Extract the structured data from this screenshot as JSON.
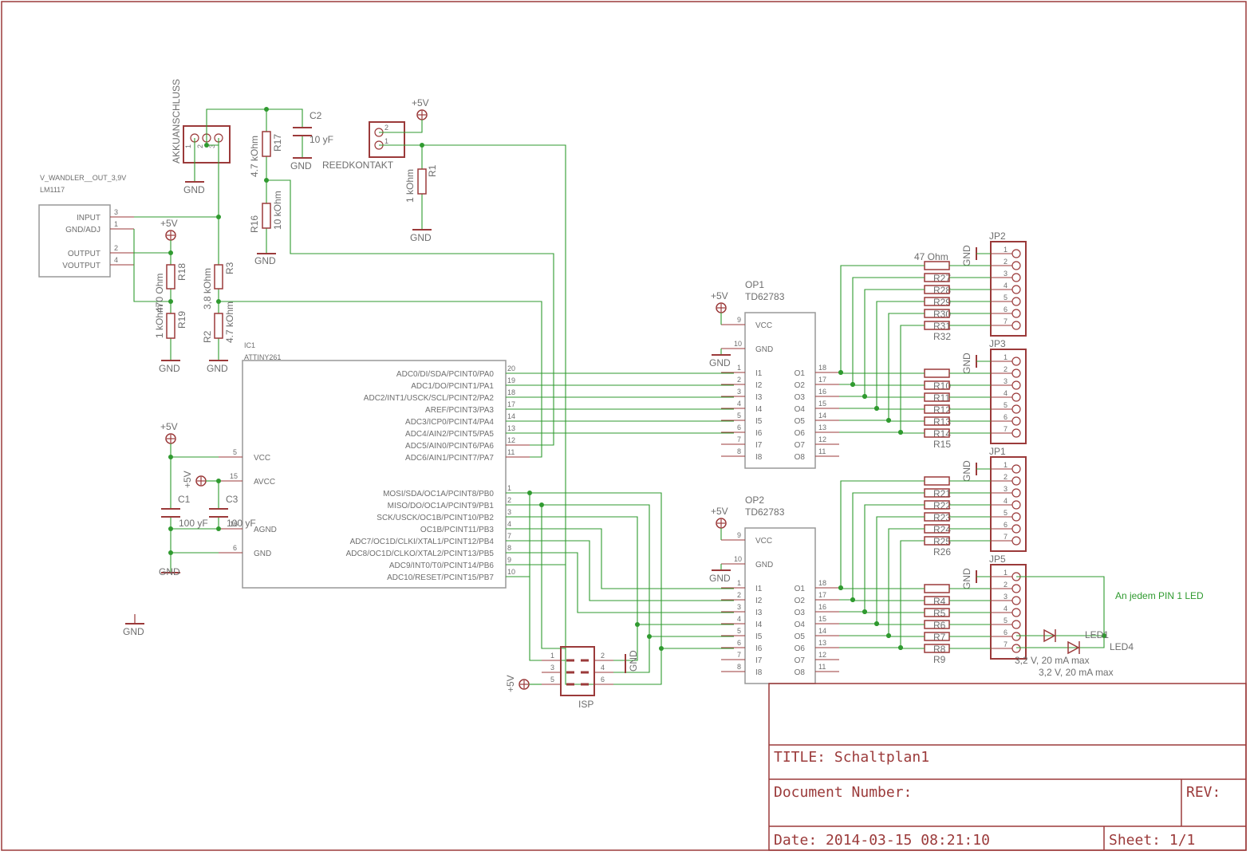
{
  "labels": {
    "gnd": "GND",
    "vplus": "+5V"
  },
  "akku": {
    "name": "AKKUANSCHLUSS",
    "pins": [
      "1",
      "2",
      "3"
    ]
  },
  "c2": {
    "name": "C2",
    "value": "10 yF"
  },
  "r17": {
    "name": "R17",
    "value": "4.7 kOhm"
  },
  "r16": {
    "name": "R16",
    "value": "10 kOhm"
  },
  "reed": {
    "name": "REEDKONTAKT",
    "pins": [
      "2",
      "1"
    ]
  },
  "r1": {
    "name": "R1",
    "value": "1 kOhm"
  },
  "vreg": {
    "name": "V_WANDLER__OUT_3,9V",
    "value": "LM1117",
    "pins": [
      {
        "name": "INPUT",
        "num": "3"
      },
      {
        "name": "GND/ADJ",
        "num": "1"
      },
      {
        "name": "OUTPUT",
        "num": "2"
      },
      {
        "name": "VOUTPUT",
        "num": "4"
      }
    ]
  },
  "r18": {
    "name": "R18",
    "value": "470 Ohm"
  },
  "r19": {
    "name": "R19",
    "value": "1 kOhm"
  },
  "r3": {
    "name": "R3",
    "value": "3,8 kOhm"
  },
  "r2": {
    "name": "R2",
    "value": "4.7 kOhm"
  },
  "ic1": {
    "name": "IC1",
    "value": "ATTINY261",
    "left_pins": [
      {
        "name": "VCC",
        "num": "5"
      },
      {
        "name": "AVCC",
        "num": "15"
      },
      {
        "name": "AGND",
        "num": "16"
      },
      {
        "name": "GND",
        "num": "6"
      }
    ],
    "porta": [
      {
        "name": "ADC0/DI/SDA/PCINT0/PA0",
        "num": "20"
      },
      {
        "name": "ADC1/DO/PCINT1/PA1",
        "num": "19"
      },
      {
        "name": "ADC2/INT1/USCK/SCL/PCINT2/PA2",
        "num": "18"
      },
      {
        "name": "AREF/PCINT3/PA3",
        "num": "17"
      },
      {
        "name": "ADC3/ICP0/PCINT4/PA4",
        "num": "14"
      },
      {
        "name": "ADC4/AIN2/PCINT5/PA5",
        "num": "13"
      },
      {
        "name": "ADC5/AIN0/PCINT6/PA6",
        "num": "12"
      },
      {
        "name": "ADC6/AIN1/PCINT7/PA7",
        "num": "11"
      }
    ],
    "portb": [
      {
        "name": "MOSI/SDA/OC1A/PCINT8/PB0",
        "num": "1"
      },
      {
        "name": "MISO/DO/OC1A/PCINT9/PB1",
        "num": "2"
      },
      {
        "name": "SCK/USCK/OC1B/PCINT10/PB2",
        "num": "3"
      },
      {
        "name": "OC1B/PCINT11/PB3",
        "num": "4"
      },
      {
        "name": "ADC7/OC1D/CLKI/XTAL1/PCINT12/PB4",
        "num": "7"
      },
      {
        "name": "ADC8/OC1D/CLKO/XTAL2/PCINT13/PB5",
        "num": "8"
      },
      {
        "name": "ADC9/INT0/T0/PCINT14/PB6",
        "num": "9"
      },
      {
        "name": "ADC10/RESET/PCINT15/PB7",
        "num": "10"
      }
    ]
  },
  "c1": {
    "name": "C1",
    "value": "100 yF"
  },
  "c3": {
    "name": "C3",
    "value": "100 yF"
  },
  "op1": {
    "name": "OP1",
    "value": "TD62783"
  },
  "op2": {
    "name": "OP2",
    "value": "TD62783"
  },
  "op": {
    "vcc": {
      "name": "VCC",
      "num": "9"
    },
    "gnd": {
      "name": "GND",
      "num": "10"
    },
    "inputs": [
      "I1",
      "I2",
      "I3",
      "I4",
      "I5",
      "I6",
      "I7",
      "I8"
    ],
    "input_nums": [
      "1",
      "2",
      "3",
      "4",
      "5",
      "6",
      "7",
      "8"
    ],
    "outputs": [
      "O1",
      "O2",
      "O3",
      "O4",
      "O5",
      "O6",
      "O7",
      "O8"
    ],
    "output_nums": [
      "18",
      "17",
      "16",
      "15",
      "14",
      "13",
      "12",
      "11"
    ]
  },
  "isp": {
    "name": "ISP",
    "left_nums": [
      "1",
      "3",
      "5"
    ],
    "right_nums": [
      "2",
      "4",
      "6"
    ]
  },
  "groups": [
    {
      "jp": "JP2",
      "top_value": "47 Ohm",
      "res": [
        "R27",
        "R28",
        "R29",
        "R30",
        "R31"
      ],
      "bottom": "R32"
    },
    {
      "jp": "JP3",
      "top_value": "",
      "res": [
        "R10",
        "R11",
        "R12",
        "R13",
        "R14"
      ],
      "bottom": "R15"
    },
    {
      "jp": "JP1",
      "top_value": "",
      "res": [
        "R21",
        "R22",
        "R23",
        "R24",
        "R25"
      ],
      "bottom": "R26"
    },
    {
      "jp": "JP5",
      "top_value": "",
      "res": [
        "R4",
        "R5",
        "R6",
        "R7",
        "R8"
      ],
      "bottom": "R9"
    }
  ],
  "jp_pins": [
    "1",
    "2",
    "3",
    "4",
    "5",
    "6",
    "7"
  ],
  "led1": {
    "name": "LED1",
    "value": "3,2 V, 20 mA max"
  },
  "led4": {
    "name": "LED4",
    "value": "3,2 V, 20 mA max"
  },
  "note": "An jedem PIN 1 LED",
  "title_block": {
    "title": "TITLE:  Schaltplan1",
    "document": "Document Number:",
    "rev": "REV:",
    "date": "Date: 2014-03-15 08:21:10",
    "sheet": "Sheet: 1/1"
  }
}
